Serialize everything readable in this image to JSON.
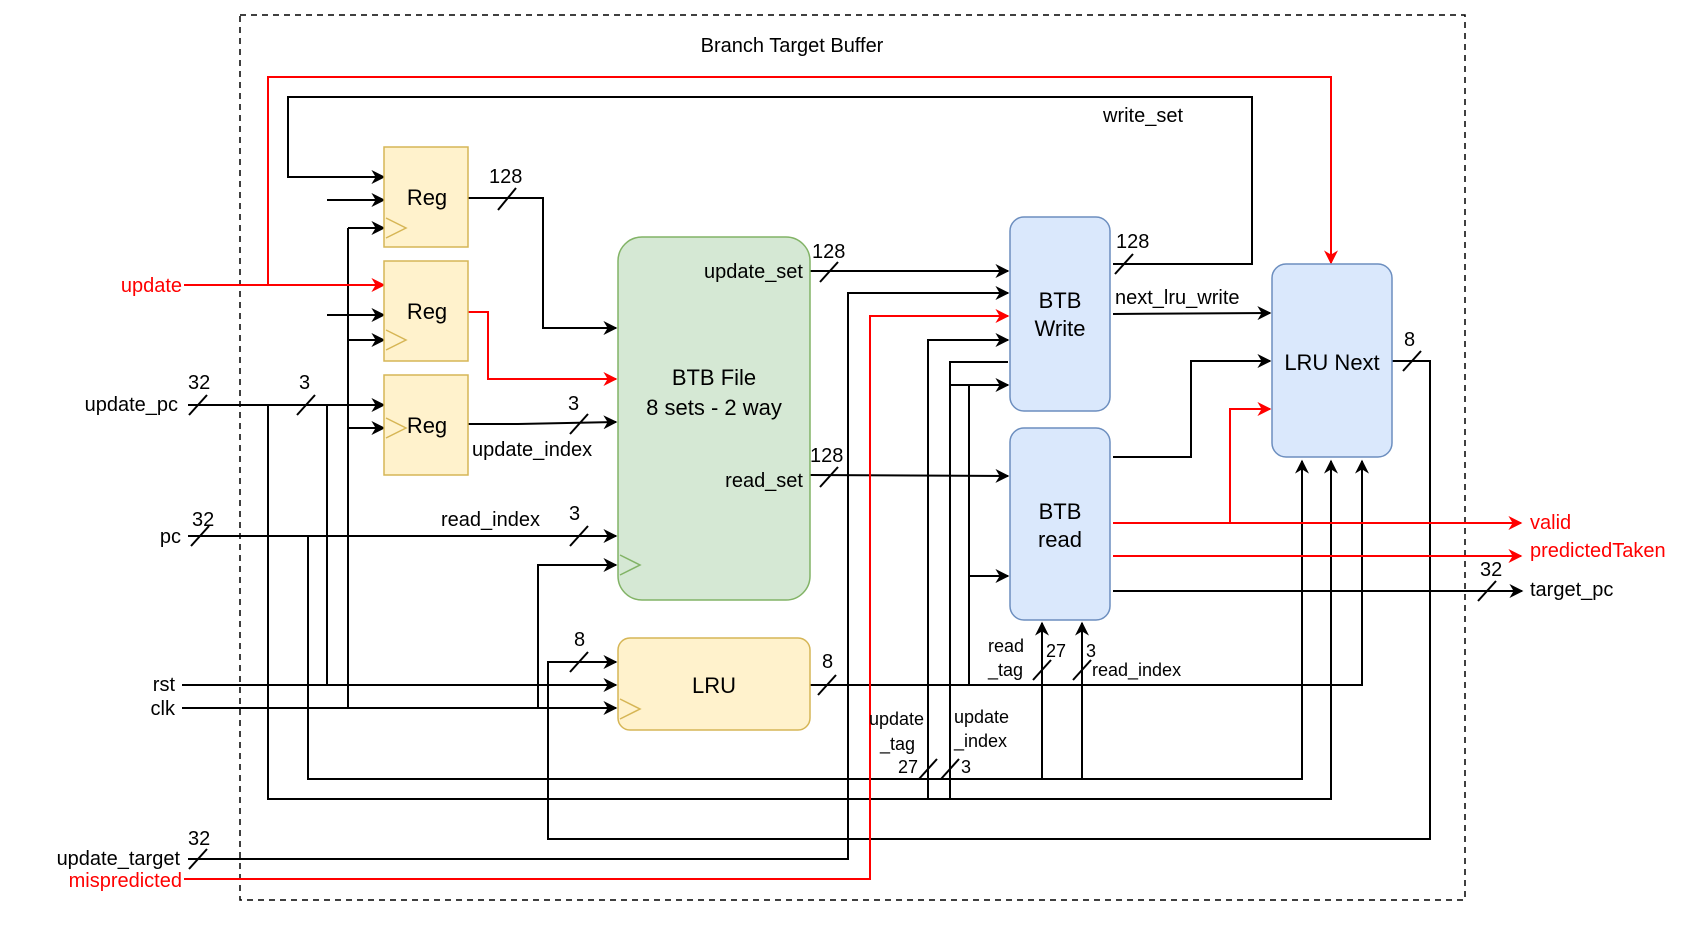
{
  "title": "Branch Target Buffer",
  "colors": {
    "red": "#ff0000",
    "reg_fill": "#fff2cc",
    "reg_stroke": "#d6b656",
    "file_fill": "#d5e8d4",
    "file_stroke": "#82b366",
    "blue_fill": "#dae8fc",
    "blue_stroke": "#6c8ebf"
  },
  "blocks": {
    "reg1": "Reg",
    "reg2": "Reg",
    "reg3": "Reg",
    "btb_file_line1": "BTB File",
    "btb_file_line2": "8 sets - 2 way",
    "lru": "LRU",
    "btb_write_line1": "BTB",
    "btb_write_line2": "Write",
    "btb_read_line1": "BTB",
    "btb_read_line2": "read",
    "lru_next": "LRU Next"
  },
  "inputs": {
    "update": "update",
    "update_pc": "update_pc",
    "pc": "pc",
    "rst": "rst",
    "clk": "clk",
    "update_target": "update_target",
    "mispredicted": "mispredicted"
  },
  "outputs": {
    "valid": "valid",
    "predicted_taken": "predictedTaken",
    "target_pc": "target_pc"
  },
  "signals": {
    "write_set": "write_set",
    "update_set": "update_set",
    "update_index": "update_index",
    "read_set": "read_set",
    "read_index": "read_index",
    "next_lru_write": "next_lru_write",
    "read_tag_1": "read",
    "read_tag_2": "_tag",
    "read_index_b": "read_index",
    "update_tag_1": "update",
    "update_tag_2": "_tag",
    "update_index_1": "update",
    "update_index_2": "_index"
  },
  "widths": {
    "reg1_out": "128",
    "update_pc_in": "32",
    "update_pc_idx": "3",
    "reg3_out": "3",
    "pc_in": "32",
    "read_index": "3",
    "update_set": "128",
    "read_set": "128",
    "write_out": "128",
    "lru_in": "8",
    "lru_out": "8",
    "lru_next_out": "8",
    "target_pc": "32",
    "read_tag": "27",
    "read_index_b": "3",
    "update_tag": "27",
    "update_index_b": "3",
    "update_target": "32"
  }
}
